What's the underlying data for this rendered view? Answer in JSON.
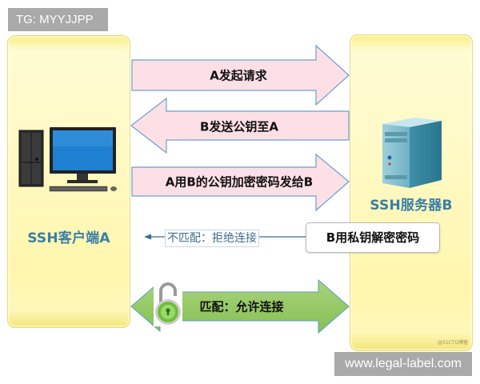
{
  "watermarks": {
    "top_left": "TG: MYYJJPP",
    "bottom_right": "www.legal-label.com",
    "source_mark": "@51CTO博客"
  },
  "client": {
    "label": "SSH客户端A",
    "icon": "desktop-computer-icon"
  },
  "server": {
    "label": "SSH服务器B",
    "icon": "server-tower-icon"
  },
  "steps": [
    {
      "text": "A发起请求",
      "direction": "right",
      "color": "#fde0e6"
    },
    {
      "text": "B发送公钥至A",
      "direction": "left",
      "color": "#fde0e6"
    },
    {
      "text": "A用B的公钥加密密码发给B",
      "direction": "right",
      "color": "#fde0e6"
    }
  ],
  "decrypt": {
    "text": "B用私钥解密密码"
  },
  "reject": {
    "text": "不匹配：拒绝连接",
    "color": "#3f6d8c"
  },
  "accept": {
    "text": "匹配：允许连接",
    "color": "#8cc45a",
    "icon": "padlock-open-icon"
  },
  "colors": {
    "panel_fill": "#fff9c4",
    "label_blue": "#3a7fa6",
    "arrow_stroke": "#6a9fd0"
  }
}
